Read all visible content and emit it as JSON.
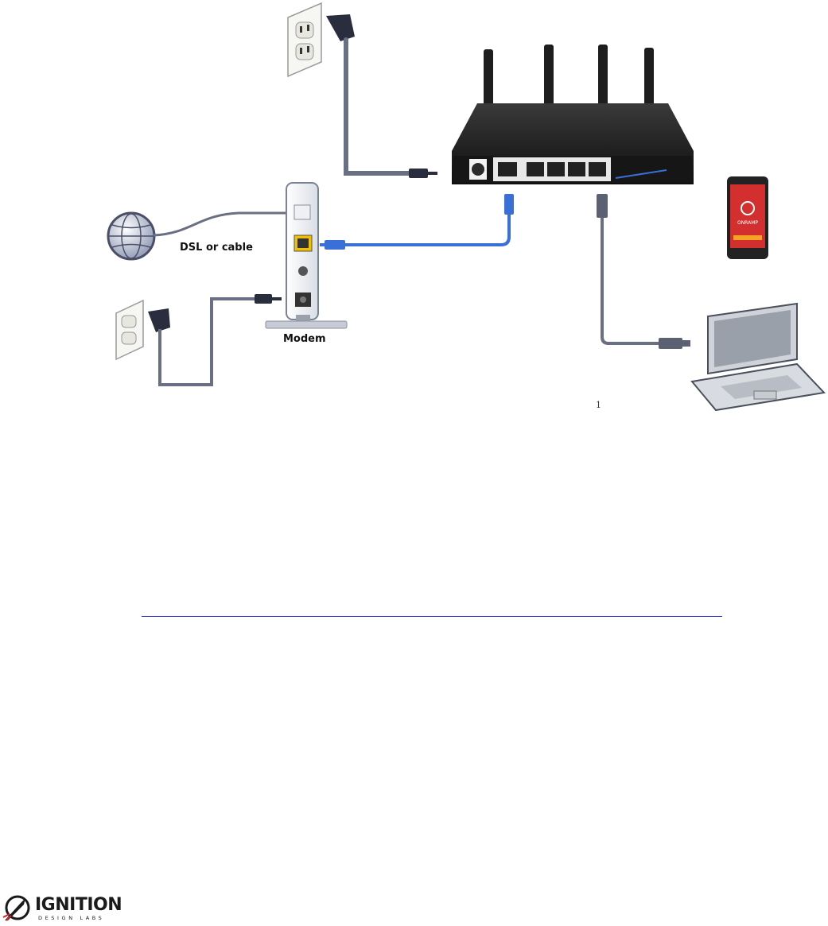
{
  "diagram": {
    "labels": {
      "dsl": "DSL or cable",
      "modem": "Modem",
      "page_mark": "1"
    },
    "phone_app": {
      "brand": "ONRAMP"
    },
    "colors": {
      "ethernet_blue": "#3a6fd8",
      "cable_gray": "#6a6f84",
      "router_body": "#1e1e1e",
      "phone_screen": "#d32f2f",
      "divider_blue": "#1f2fd6"
    }
  },
  "footer": {
    "logo_word": "IGNITION",
    "logo_sub": "DESIGN LABS"
  }
}
